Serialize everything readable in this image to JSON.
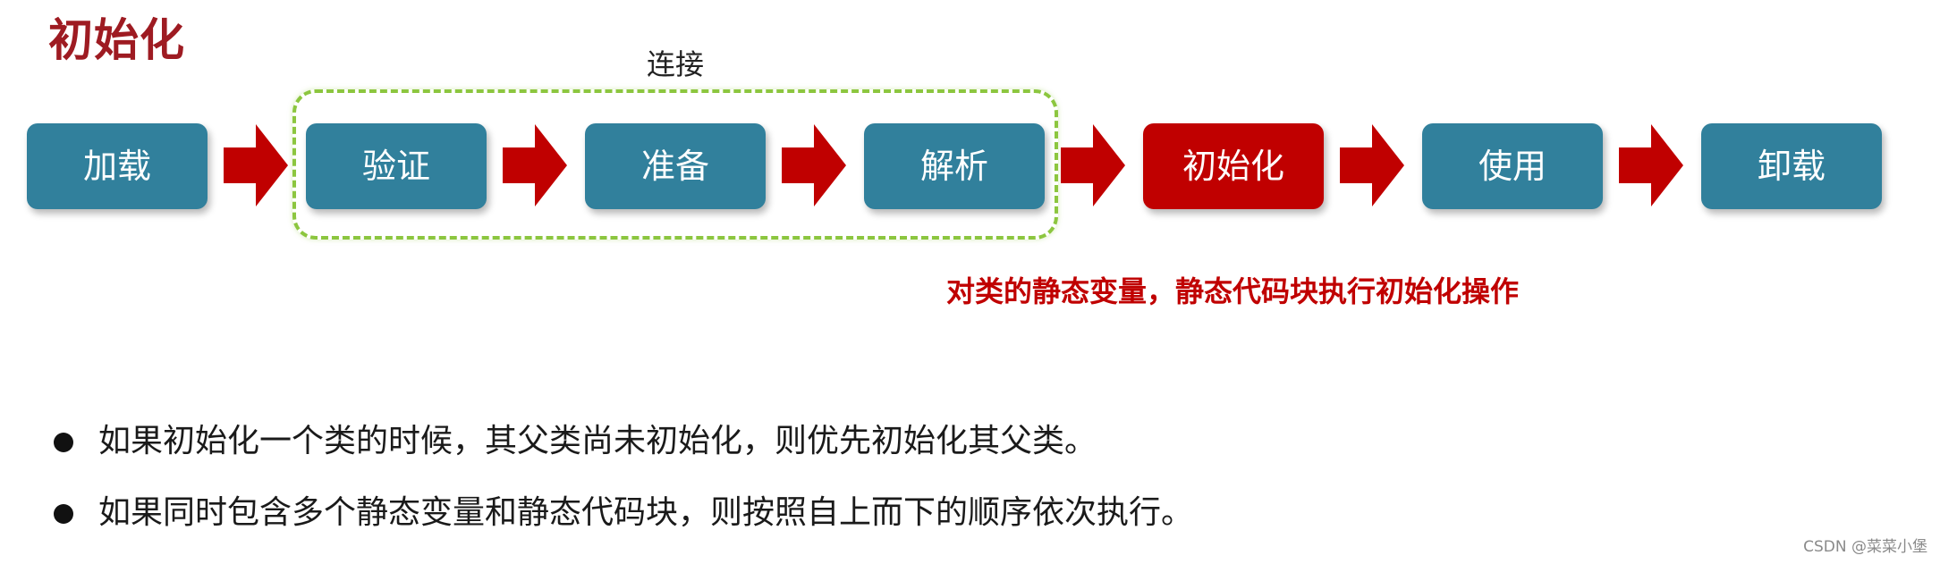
{
  "title": "初始化",
  "group": {
    "label": "连接"
  },
  "steps": [
    {
      "label": "加载",
      "active": false
    },
    {
      "label": "验证",
      "active": false
    },
    {
      "label": "准备",
      "active": false
    },
    {
      "label": "解析",
      "active": false
    },
    {
      "label": "初始化",
      "active": true
    },
    {
      "label": "使用",
      "active": false
    },
    {
      "label": "卸载",
      "active": false
    }
  ],
  "note": "对类的静态变量，静态代码块执行初始化操作",
  "bullets": [
    "如果初始化一个类的时候，其父类尚未初始化，则优先初始化其父类。",
    "如果同时包含多个静态变量和静态代码块，则按照自上而下的顺序依次执行。"
  ],
  "watermark": "CSDN @菜菜小堡",
  "colors": {
    "step_default": "#31809c",
    "step_active": "#c00000",
    "arrow": "#c00000",
    "title": "#9e1b22",
    "group_border": "#8cc63f",
    "note": "#c00000"
  },
  "icons": {
    "arrow": "right-arrow-icon",
    "bullet": "bullet-dot-icon"
  }
}
